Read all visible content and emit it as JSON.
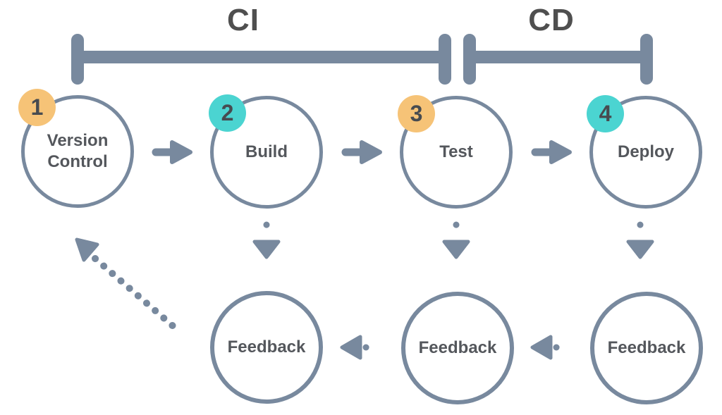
{
  "labels": {
    "ci": "CI",
    "cd": "CD"
  },
  "colors": {
    "slate": "#78899E",
    "orange": "#F6C377",
    "teal": "#4BD4D1",
    "heading": "#4F4F4F",
    "label": "#54575C",
    "number": "#474B50",
    "background": "#FFFFFF"
  },
  "stages": [
    {
      "number": "1",
      "label": "Version Control",
      "badge_color": "#F6C377"
    },
    {
      "number": "2",
      "label": "Build",
      "badge_color": "#4BD4D1"
    },
    {
      "number": "3",
      "label": "Test",
      "badge_color": "#F6C377"
    },
    {
      "number": "4",
      "label": "Deploy",
      "badge_color": "#4BD4D1"
    }
  ],
  "feedback": [
    {
      "label": "Feedback"
    },
    {
      "label": "Feedback"
    },
    {
      "label": "Feedback"
    }
  ]
}
